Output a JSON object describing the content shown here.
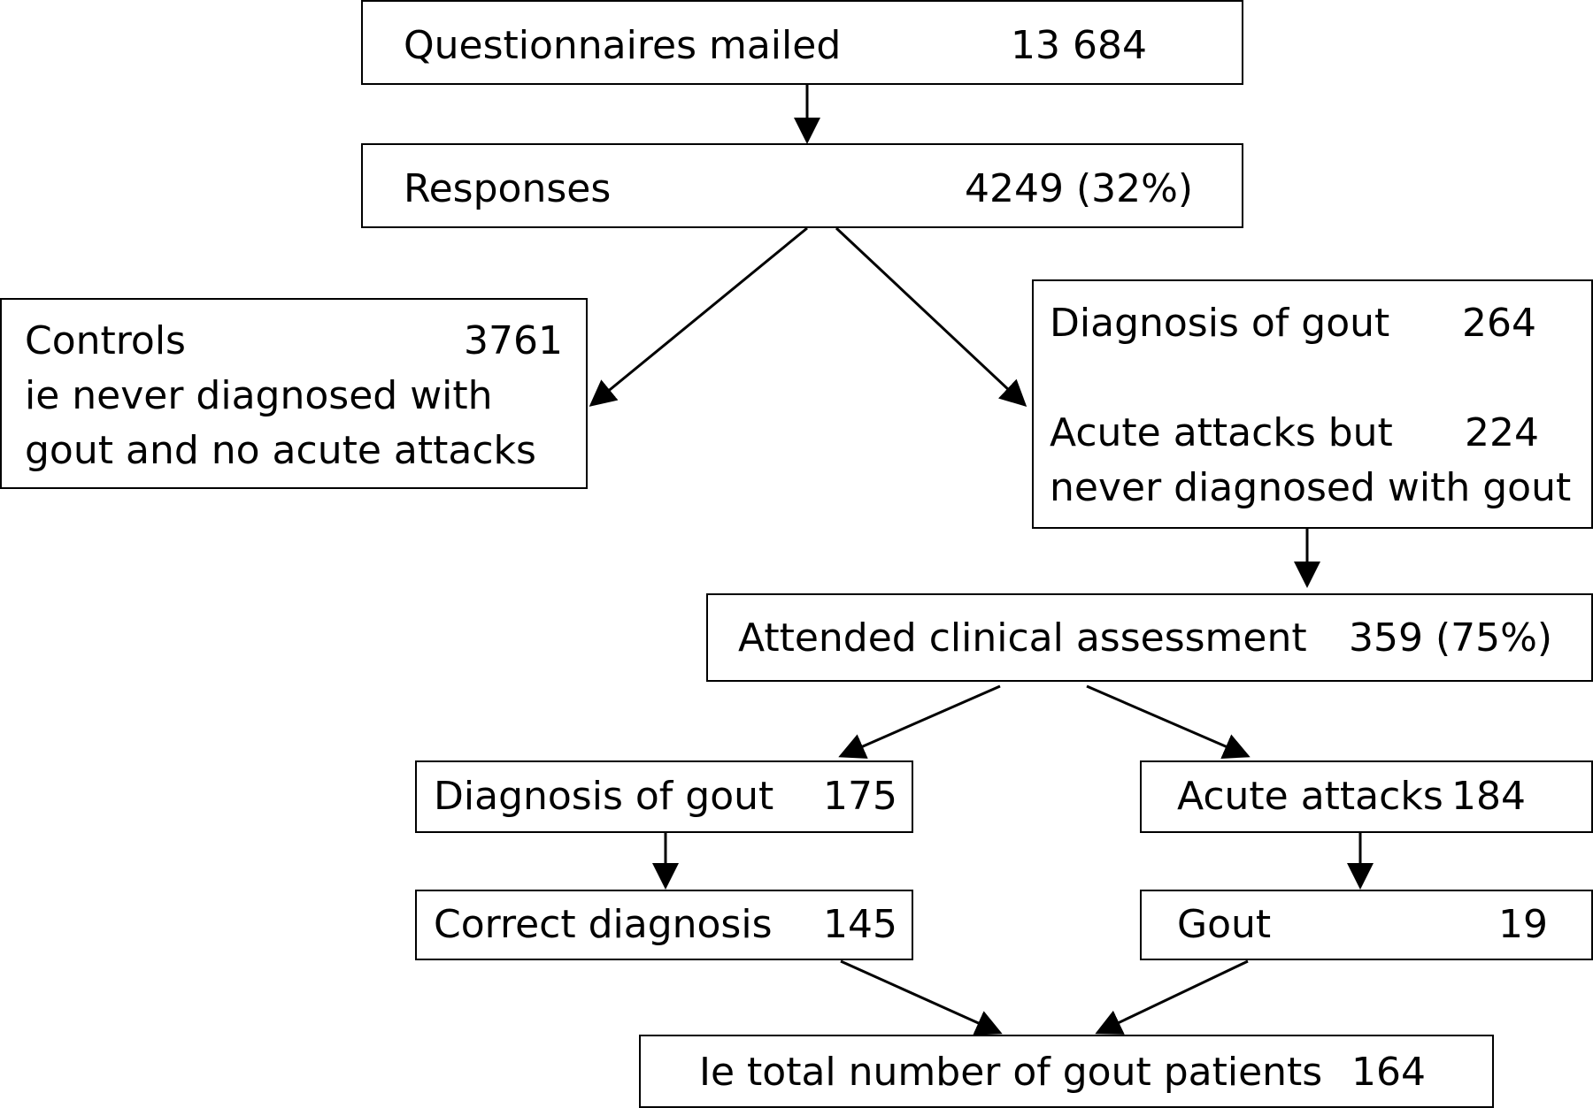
{
  "boxes": {
    "mailed": {
      "label": "Questionnaires mailed",
      "value": "13 684"
    },
    "responses": {
      "label": "Responses",
      "value": "4249 (32%)"
    },
    "controls": {
      "label": "Controls",
      "value": "3761",
      "line2": "ie never diagnosed with",
      "line3": "gout and no acute attacks"
    },
    "cases": {
      "label1": "Diagnosis of gout",
      "value1": "264",
      "label2": "Acute attacks but",
      "value2": "224",
      "line3": "never diagnosed with gout"
    },
    "attended": {
      "label": "Attended clinical assessment",
      "value": "359 (75%)"
    },
    "diag_gout": {
      "label": "Diagnosis of gout",
      "value": "175"
    },
    "acute": {
      "label": "Acute attacks",
      "value": "184"
    },
    "correct": {
      "label": "Correct diagnosis",
      "value": "145"
    },
    "gout": {
      "label": "Gout",
      "value": "19"
    },
    "total": {
      "label": "Ie total number of gout patients",
      "value": "164"
    }
  },
  "edges": [
    [
      "mailed",
      "responses"
    ],
    [
      "responses",
      "controls"
    ],
    [
      "responses",
      "cases"
    ],
    [
      "cases",
      "attended"
    ],
    [
      "attended",
      "diag_gout"
    ],
    [
      "attended",
      "acute"
    ],
    [
      "diag_gout",
      "correct"
    ],
    [
      "acute",
      "gout"
    ],
    [
      "correct",
      "total"
    ],
    [
      "gout",
      "total"
    ]
  ]
}
